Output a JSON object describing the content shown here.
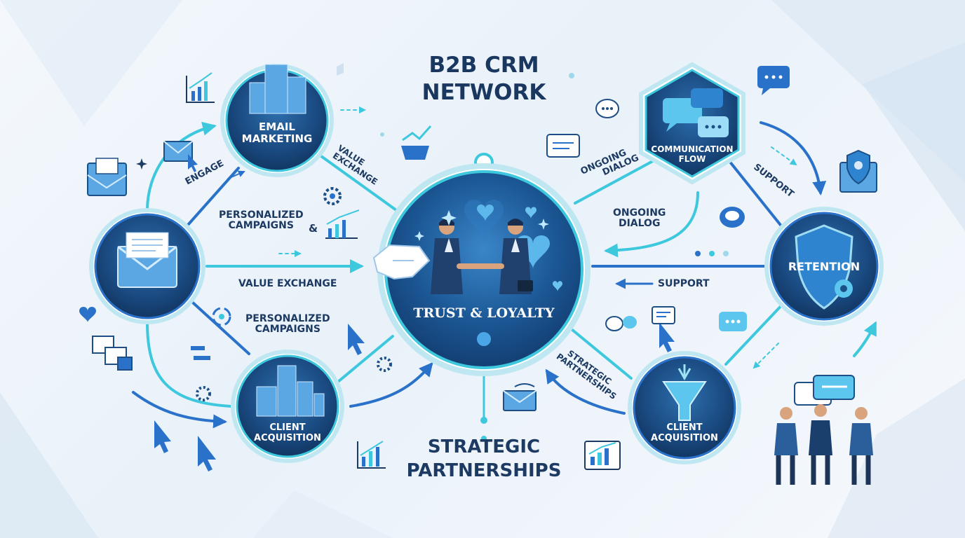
{
  "title": {
    "line1": "B2B CRM",
    "line2": "NETWORK"
  },
  "center": {
    "label": "TRUST & LOYALTY"
  },
  "nodes": {
    "email_marketing": {
      "line1": "EMAIL",
      "line2": "MARKETING"
    },
    "communication_flow": {
      "line1": "COMMUNICATION",
      "line2": "FLOW"
    },
    "retention": {
      "label": "RETENTION"
    },
    "client_acquisition_left": {
      "line1": "CLIENT",
      "line2": "ACQUISITION"
    },
    "client_acquisition_right": {
      "line1": "CLIENT",
      "line2": "ACQUISITION"
    }
  },
  "labels": {
    "engage": "ENGAGE",
    "value_exchange_diag_1": "VALUE",
    "value_exchange_diag_2": "EXCHANGE",
    "personalized_campaigns_top_1": "PERSONALIZED",
    "personalized_campaigns_top_2": "CAMPAIGNS",
    "ampersand": "&",
    "value_exchange": "VALUE EXCHANGE",
    "personalized_campaigns_bottom_1": "PERSONALIZED",
    "personalized_campaigns_bottom_2": "CAMPAIGNS",
    "ongoing_diag_1": "ONGOING",
    "ongoing_diag_2": "DIALOG",
    "ongoing_dialog_1": "ONGOING",
    "ongoing_dialog_2": "DIALOG",
    "support_diag": "SUPPORT",
    "support": "SUPPORT",
    "strategic_diag_1": "STRATEGIC",
    "strategic_diag_2": "PARTNERSHIPS",
    "strategic_partnerships_1": "STRATEGIC",
    "strategic_partnerships_2": "PARTNERSHIPS"
  },
  "icons": [
    "building-icon",
    "envelope-icon",
    "handshake-icon",
    "heart-icon",
    "chat-bubble-icon",
    "shield-icon",
    "gear-icon",
    "funnel-icon",
    "growth-chart-icon",
    "cursor-icon",
    "people-meeting-icon"
  ],
  "colors": {
    "node_dark": "#1b4f86",
    "node_ring": "#2b7fc4",
    "accent_cyan": "#3ec8de",
    "accent_blue": "#2a72c9",
    "text_dark": "#1d3a63"
  }
}
